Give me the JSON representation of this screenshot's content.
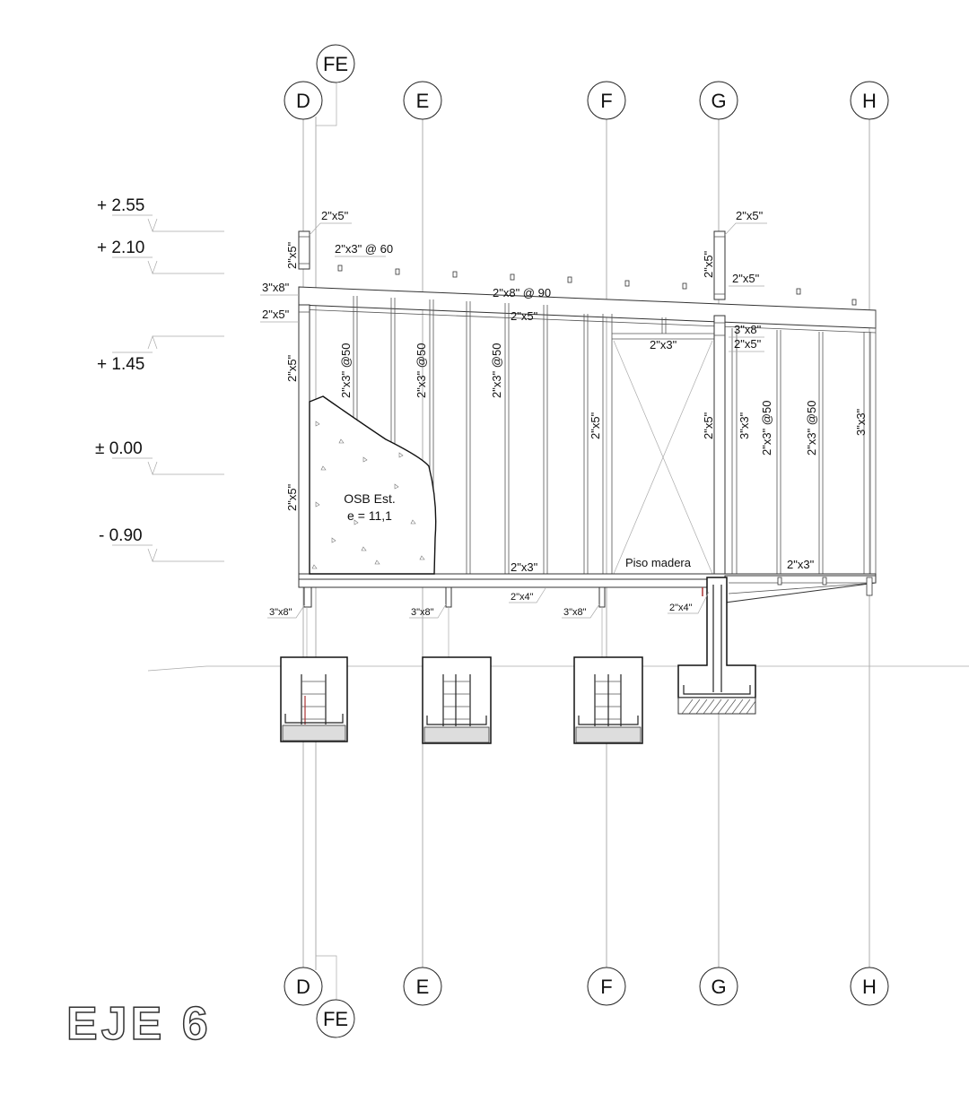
{
  "title": "EJE 6",
  "grid_axes": {
    "top": [
      "FE",
      "D",
      "E",
      "F",
      "G",
      "H"
    ],
    "bottom": [
      "D",
      "FE",
      "E",
      "F",
      "G",
      "H"
    ]
  },
  "levels": [
    "+ 2.55",
    "+ 2.10",
    "+ 1.45",
    "± 0.00",
    "- 0.90"
  ],
  "labels": {
    "post_d_top": "2\"x5\"",
    "post_d_side": "2\"x5\"",
    "purlins": "2\"x3\" @ 60",
    "beam_d": "3\"x8\"",
    "plate_d": "2\"x5\"",
    "rafters": "2\"x8\" @ 90",
    "post_g_top": "2\"x5\"",
    "post_g_side": "2\"x5\"",
    "post_g_right": "2\"x5\"",
    "beam_g": "3\"x8\"",
    "plate_g": "2\"x5\"",
    "top_plate_mid": "2\"x5\"",
    "lintel": "2\"x3\"",
    "stud_d_upper": "2\"x5\"",
    "stud_d_lower": "2\"x5\"",
    "studs_1": "2\"x3\" @50",
    "studs_2": "2\"x3\" @50",
    "studs_3": "2\"x3\" @50",
    "post_f": "2\"x5\"",
    "post_g_mid": "2\"x5\"",
    "stud_g_right": "3\"x3\"",
    "studs_4": "2\"x3\" @50",
    "studs_5": "2\"x3\" @50",
    "stud_h": "3\"x3\"",
    "osb_name": "OSB Est.",
    "osb_thickness": "e = 11,1",
    "bottom_plate_1": "2\"x3\"",
    "bottom_plate_2": "2\"x3\"",
    "floor": "Piso madera",
    "joist_1": "2\"x4\"",
    "joist_2": "2\"x4\"",
    "pile_d": "3\"x8\"",
    "pile_e": "3\"x8\"",
    "pile_f": "3\"x8\""
  }
}
